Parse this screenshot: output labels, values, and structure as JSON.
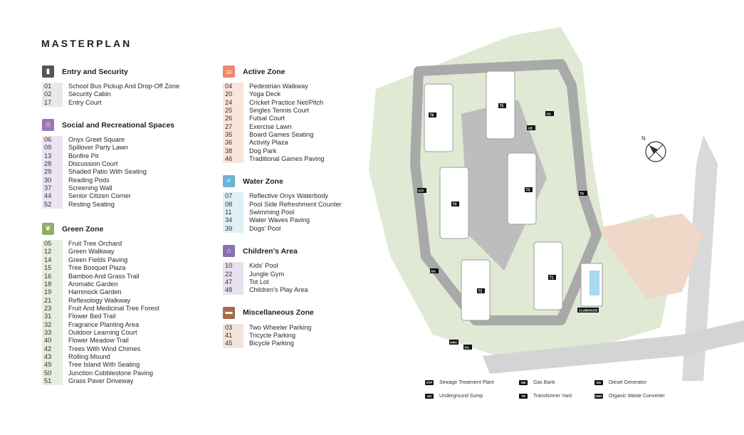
{
  "title": "MASTERPLAN",
  "colors": {
    "entry": "#555555",
    "social": "#9a78b4",
    "green": "#8fae62",
    "active": "#ee8a6b",
    "water": "#6fb3d6",
    "children": "#8a6fb0",
    "misc": "#a86a4e"
  },
  "zones": {
    "entry": {
      "title": "Entry and Security",
      "icon": "gate-icon",
      "items": [
        {
          "num": "01",
          "label": "School Bus Pickup And Drop-Off Zone"
        },
        {
          "num": "02",
          "label": "Security Cabin"
        },
        {
          "num": "17",
          "label": "Entry Court"
        }
      ]
    },
    "social": {
      "title": "Social and Recreational Spaces",
      "icon": "people-icon",
      "items": [
        {
          "num": "06",
          "label": "Onyx Greet Square"
        },
        {
          "num": "09",
          "label": "Spillover Party Lawn"
        },
        {
          "num": "13",
          "label": "Bonfire Pit"
        },
        {
          "num": "28",
          "label": "Discussion Court"
        },
        {
          "num": "29",
          "label": "Shaded Patio With Seating"
        },
        {
          "num": "30",
          "label": "Reading Pods"
        },
        {
          "num": "37",
          "label": "Screening Wall"
        },
        {
          "num": "44",
          "label": "Senior Citizen Corner"
        },
        {
          "num": "52",
          "label": "Resting Seating"
        }
      ]
    },
    "green": {
      "title": "Green Zone",
      "icon": "leaf-icon",
      "items": [
        {
          "num": "05",
          "label": "Fruit Tree Orchard"
        },
        {
          "num": "12",
          "label": "Green Walkway"
        },
        {
          "num": "14",
          "label": "Green Fields Paving"
        },
        {
          "num": "15",
          "label": "Tree Bosquet Plaza"
        },
        {
          "num": "16",
          "label": "Bamboo And Grass Trail"
        },
        {
          "num": "18",
          "label": "Aromatic Garden"
        },
        {
          "num": "19",
          "label": "Hammock Garden"
        },
        {
          "num": "21",
          "label": "Reflexology Walkway"
        },
        {
          "num": "23",
          "label": "Fruit And Medicinal Tree Forest"
        },
        {
          "num": "31",
          "label": "Flower Bed Trail"
        },
        {
          "num": "32",
          "label": "Fragrance Planting Area"
        },
        {
          "num": "33",
          "label": "Outdoor Learning Court"
        },
        {
          "num": "40",
          "label": "Flower Meadow Trail"
        },
        {
          "num": "42",
          "label": "Trees With Wind Chimes"
        },
        {
          "num": "43",
          "label": "Rolling Mound"
        },
        {
          "num": "49",
          "label": "Tree Island With Seating"
        },
        {
          "num": "50",
          "label": "Junction Cobblestone Paving"
        },
        {
          "num": "51",
          "label": "Grass Paver Driveway"
        }
      ]
    },
    "active": {
      "title": "Active Zone",
      "icon": "dumbbell-icon",
      "items": [
        {
          "num": "04",
          "label": "Pedestrian Walkway"
        },
        {
          "num": "20",
          "label": "Yoga Deck"
        },
        {
          "num": "24",
          "label": "Cricket Practice Net/Pitch"
        },
        {
          "num": "25",
          "label": "Singles Tennis Court"
        },
        {
          "num": "26",
          "label": "Futsal Court"
        },
        {
          "num": "27",
          "label": "Exercise Lawn"
        },
        {
          "num": "35",
          "label": "Board Games Seating"
        },
        {
          "num": "36",
          "label": "Activity Plaza"
        },
        {
          "num": "38",
          "label": "Dog Park"
        },
        {
          "num": "46",
          "label": "Traditional Games Paving"
        }
      ]
    },
    "water": {
      "title": "Water Zone",
      "icon": "water-icon",
      "items": [
        {
          "num": "07",
          "label": "Reflective Onyx Waterbody"
        },
        {
          "num": "08",
          "label": "Pool Side Refreshment Counter"
        },
        {
          "num": "11",
          "label": "Swimming Pool"
        },
        {
          "num": "34",
          "label": "Water Waves Paving"
        },
        {
          "num": "39",
          "label": "Dogs' Pool"
        }
      ]
    },
    "children": {
      "title": "Children's Area",
      "icon": "playground-icon",
      "items": [
        {
          "num": "10",
          "label": "Kids' Pool"
        },
        {
          "num": "22",
          "label": "Jungle Gym"
        },
        {
          "num": "47",
          "label": "Tot Lot"
        },
        {
          "num": "48",
          "label": "Children's Play Area"
        }
      ]
    },
    "misc": {
      "title": "Miscellaneous Zone",
      "icon": "parking-icon",
      "items": [
        {
          "num": "03",
          "label": "Two Wheeler Parking"
        },
        {
          "num": "41",
          "label": "Tricycle Parking"
        },
        {
          "num": "45",
          "label": "Bicycle Parking"
        }
      ]
    }
  },
  "map": {
    "towers": [
      "T6",
      "T5",
      "T4",
      "T3",
      "T2",
      "T1"
    ],
    "facilities": [
      "UG",
      "GB",
      "TR",
      "STP",
      "DG",
      "CLUBHOUSE",
      "OWC",
      "DG"
    ],
    "compass": "N"
  },
  "key": [
    {
      "tag": "STP",
      "label": "Sewage Treatment Plant"
    },
    {
      "tag": "GB",
      "label": "Gas Bank"
    },
    {
      "tag": "DG",
      "label": "Diesel Generator"
    },
    {
      "tag": "UG",
      "label": "Underground Sump"
    },
    {
      "tag": "TR",
      "label": "Transformer Yard"
    },
    {
      "tag": "OWC",
      "label": "Organic Waste Converter"
    }
  ]
}
